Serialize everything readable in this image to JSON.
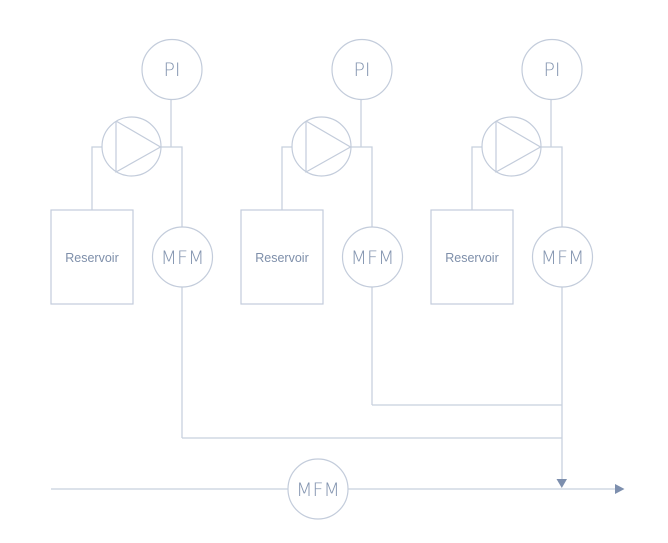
{
  "diagram": {
    "title": "",
    "groups": [
      {
        "id": "branch-1",
        "pressure_indicator": "PI",
        "reservoir": "Reservoir",
        "flow_meter": "MFM"
      },
      {
        "id": "branch-2",
        "pressure_indicator": "PI",
        "reservoir": "Reservoir",
        "flow_meter": "MFM"
      },
      {
        "id": "branch-3",
        "pressure_indicator": "PI",
        "reservoir": "Reservoir",
        "flow_meter": "MFM"
      }
    ],
    "main_line": {
      "flow_meter": "MFM"
    }
  },
  "colors": {
    "line": "#c8d1de",
    "text": "#8495b0",
    "arrow": "#7d8fae"
  }
}
